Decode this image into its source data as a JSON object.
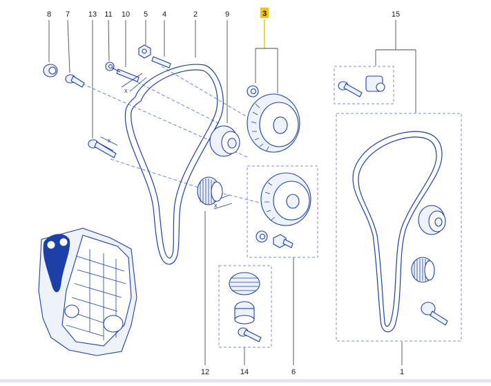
{
  "callouts": {
    "c1": "1",
    "c2": "2",
    "c3": "3",
    "c4": "4",
    "c5": "5",
    "c6": "6",
    "c7": "7",
    "c8": "8",
    "c9": "9",
    "c10": "10",
    "c11": "11",
    "c12": "12",
    "c13": "13",
    "c14": "14",
    "c15": "15"
  },
  "dim_marks": {
    "x1": "x",
    "x2": "x",
    "x3": "x"
  },
  "highlight": {
    "callout": "3",
    "color": "#f3c400"
  },
  "colors": {
    "line_art": "#1d3fa8",
    "leader": "#4a4a4a",
    "dashed": "#6b86c9"
  }
}
